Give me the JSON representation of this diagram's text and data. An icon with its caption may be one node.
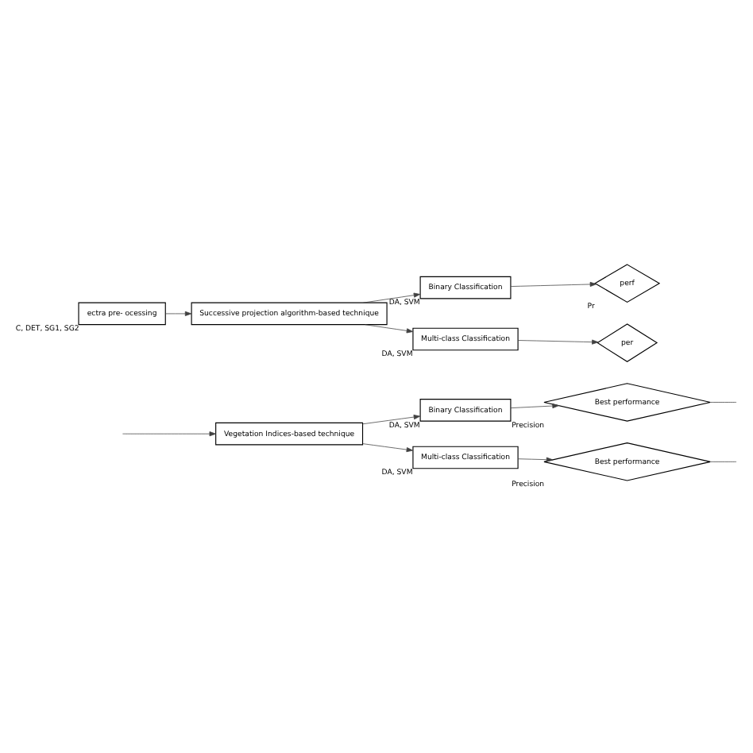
{
  "diagram": {
    "nodes": [
      {
        "text": [
          "Vegetation Indices-based technique"
        ]
      },
      {
        "text": [
          "Binary Classification"
        ],
        "beside": [
          "DA, SVM"
        ]
      },
      {
        "text": [
          "Best performance"
        ],
        "beside": [
          "Precision"
        ]
      },
      {
        "text": [
          "Multi-class Classification"
        ],
        "beside": [
          "DA, SVM"
        ]
      },
      {
        "text": [
          "Best performance"
        ],
        "beside": [
          "Precision"
        ]
      },
      {
        "text": [
          "ectra pre- ocessing"
        ],
        "beside": [
          "C, DET, SG1, SG2"
        ]
      },
      {
        "text": [
          "Successive projection algorithm-based technique"
        ]
      },
      {
        "text": [
          "Binary Classification"
        ],
        "beside": [
          "DA, SVM"
        ]
      },
      {
        "text": [
          "perf"
        ],
        "beside": [
          "Pr"
        ]
      },
      {
        "text": [
          "Multi-class Classification"
        ],
        "beside": [
          "DA, SVM"
        ]
      },
      {
        "text": [
          "per"
        ]
      }
    ],
    "edges": [
      {
        "from": null,
        "to": 0,
        "arrow": "to"
      },
      {
        "from": 0,
        "to": 1,
        "arrow": "to"
      },
      {
        "from": 0,
        "to": 3,
        "arrow": "to"
      },
      {
        "from": 1,
        "to": 2,
        "arrow": "to"
      },
      {
        "from": 3,
        "to": 4,
        "arrow": "to"
      },
      {
        "from": 2,
        "to": null,
        "arrow": "none"
      },
      {
        "from": 4,
        "to": null,
        "arrow": "none"
      },
      {
        "from": 5,
        "to": 6,
        "arrow": "to"
      },
      {
        "from": 6,
        "to": 7,
        "arrow": "to"
      },
      {
        "from": 6,
        "to": 9,
        "arrow": "to"
      },
      {
        "from": 7,
        "to": 8,
        "arrow": "to"
      },
      {
        "from": 9,
        "to": 10,
        "arrow": "to"
      }
    ]
  }
}
